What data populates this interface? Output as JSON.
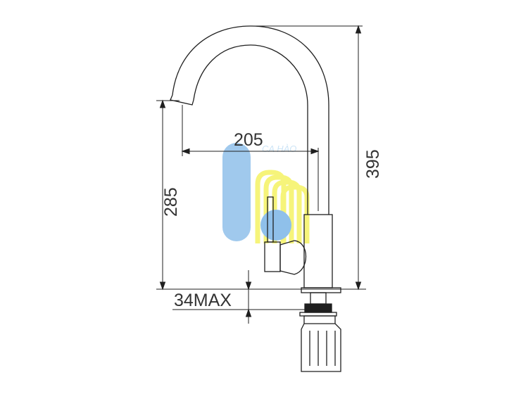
{
  "dimensions": {
    "reach": "205",
    "spout_height": "285",
    "total_height": "395",
    "deck_thickness": "34MAX"
  },
  "watermark": {
    "text": "CA HÀO",
    "colors": {
      "blue": "#8fc0ea",
      "yellow": "#f6f47a",
      "text": "#cde4f6"
    }
  },
  "colors": {
    "line": "#1f1f1f",
    "text": "#333333",
    "background": "#ffffff"
  }
}
